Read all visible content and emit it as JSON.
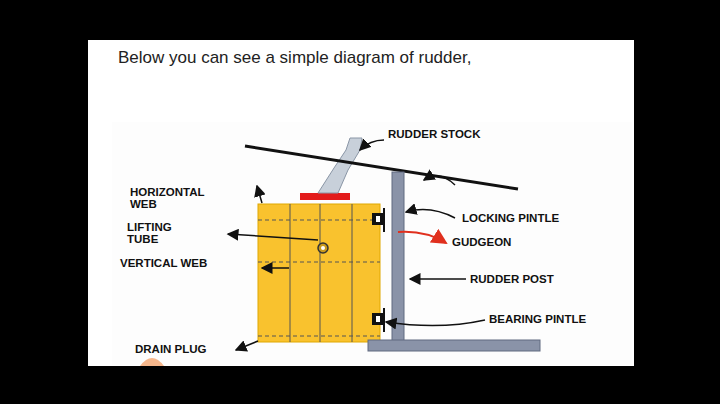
{
  "diagram": {
    "title": "Below you can see a simple diagram of rudder,",
    "labels": [
      "RUDDER STOCK",
      "HORIZONTAL WEB",
      "LIFTING TUBE",
      "VERTICAL WEB",
      "DRAIN PLUG",
      "LOCKING PINTLE",
      "GUDGEON",
      "RUDDER POST",
      "BEARING PINTLE"
    ]
  }
}
